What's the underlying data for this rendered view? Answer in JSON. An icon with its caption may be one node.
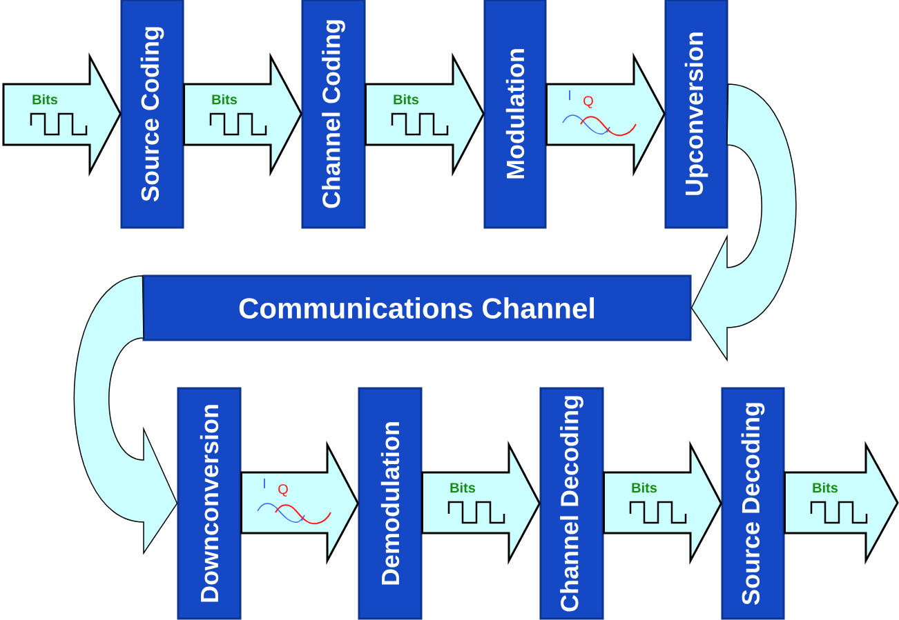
{
  "diagram": {
    "nodes": [
      {
        "text": [
          "Source Coding"
        ]
      },
      {
        "text": [
          "Channel Coding"
        ]
      },
      {
        "text": [
          "Modulation"
        ]
      },
      {
        "text": [
          "Upconversion"
        ]
      },
      {
        "text": [
          "Communications Channel"
        ]
      },
      {
        "text": [
          "Downconversion"
        ]
      },
      {
        "text": [
          "Demodulation"
        ]
      },
      {
        "text": [
          "Channel Decoding"
        ]
      },
      {
        "text": [
          "Source Decoding"
        ]
      }
    ],
    "edges": [
      {
        "from": null,
        "to": 0,
        "arrow": "to",
        "label": "Bits"
      },
      {
        "from": 0,
        "to": 1,
        "arrow": "to",
        "label": "Bits"
      },
      {
        "from": 1,
        "to": 2,
        "arrow": "to",
        "label": "Bits"
      },
      {
        "from": 2,
        "to": 3,
        "arrow": "to"
      },
      {
        "from": 3,
        "to": 4,
        "arrow": "to"
      },
      {
        "from": 4,
        "to": 5,
        "arrow": "to"
      },
      {
        "from": 5,
        "to": 6,
        "arrow": "to"
      },
      {
        "from": 6,
        "to": 7,
        "arrow": "to",
        "label": "Bits"
      },
      {
        "from": 7,
        "to": 8,
        "arrow": "to",
        "label": "Bits"
      },
      {
        "from": 8,
        "to": null,
        "arrow": "to",
        "label": "Bits"
      }
    ],
    "labels": [
      "I",
      "Q",
      "I",
      "Q"
    ]
  }
}
